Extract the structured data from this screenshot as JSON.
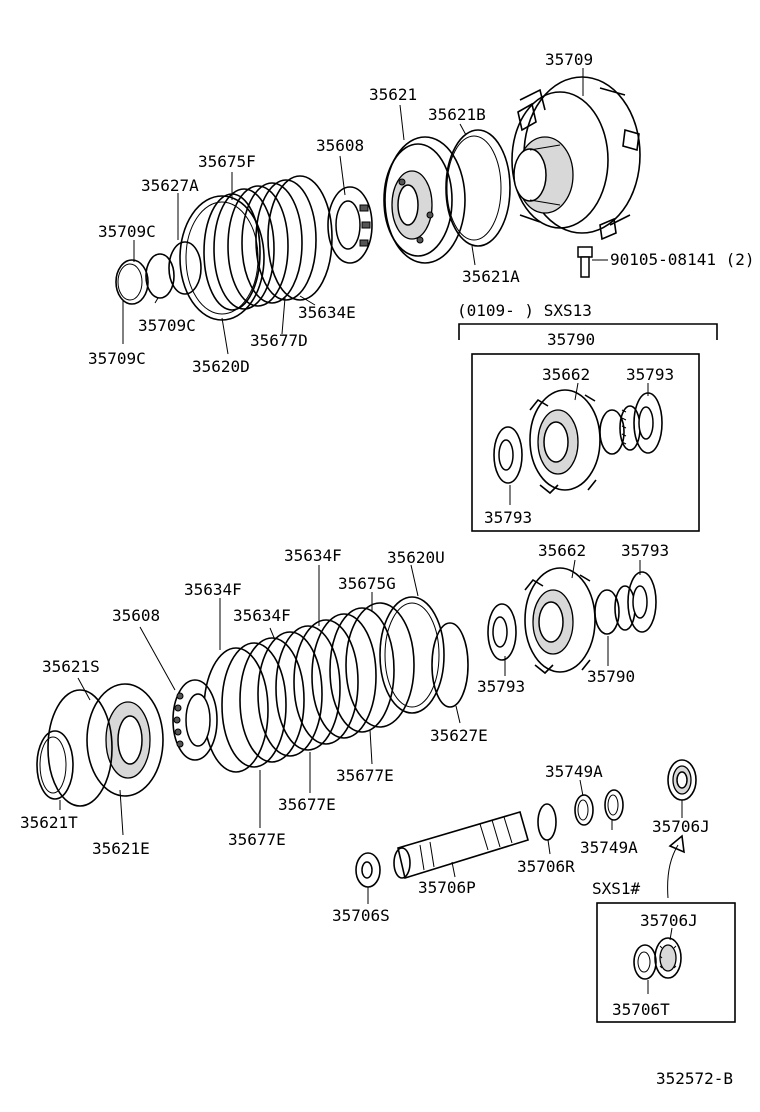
{
  "labels": {
    "p35709": "35709",
    "p35621": "35621",
    "p35621B": "35621B",
    "p35608_top": "35608",
    "p35675F": "35675F",
    "p35627A": "35627A",
    "p35709C_a": "35709C",
    "p35709C_b": "35709C",
    "p35709C_c": "35709C",
    "p35620D": "35620D",
    "p35677D": "35677D",
    "p35634E": "35634E",
    "p35621A": "35621A",
    "p90105": "90105-08141 (2)",
    "sxs13_range": "(0109-    ) SXS13",
    "p35790_box": "35790",
    "p35662_box": "35662",
    "p35793_box_a": "35793",
    "p35793_box_b": "35793",
    "p35634F_a": "35634F",
    "p35620U": "35620U",
    "p35634F_b": "35634F",
    "p35675G": "35675G",
    "p35662": "35662",
    "p35793_a": "35793",
    "p35608_mid": "35608",
    "p35634F_c": "35634F",
    "p35621S": "35621S",
    "p35793_b": "35793",
    "p35790": "35790",
    "p35627E": "35627E",
    "p35621T": "35621T",
    "p35621E": "35621E",
    "p35677E_a": "35677E",
    "p35677E_b": "35677E",
    "p35677E_c": "35677E",
    "p35749A_a": "35749A",
    "p35706J": "35706J",
    "p35749A_b": "35749A",
    "p35706R": "35706R",
    "sxs1": "SXS1#",
    "p35706P": "35706P",
    "p35706S": "35706S",
    "p35706J_box": "35706J",
    "p35706T": "35706T",
    "ref": "352572-B"
  }
}
